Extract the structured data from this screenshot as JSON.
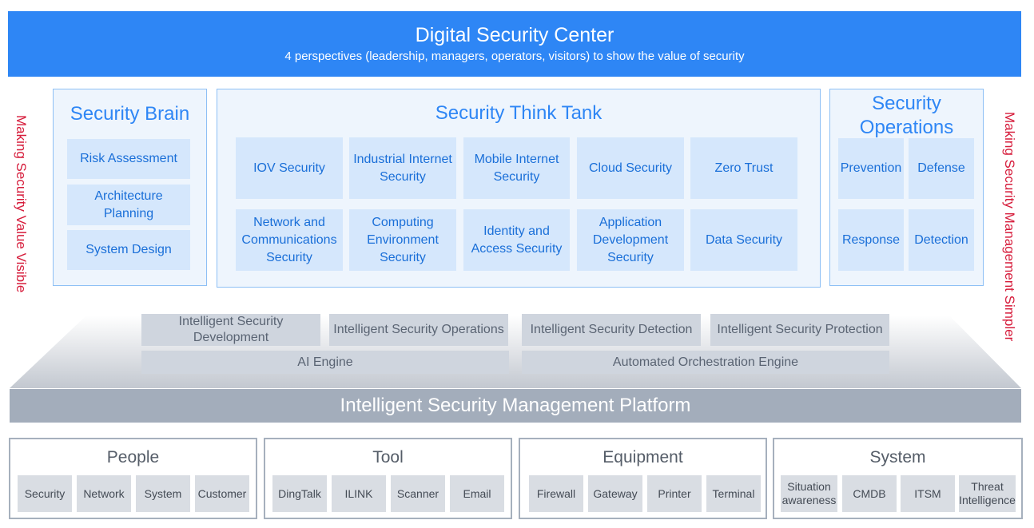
{
  "banner": {
    "title": "Digital Security Center",
    "subtitle": "4 perspectives (leadership, managers, operators, visitors) to show the value of security"
  },
  "side_left": "Making Security Value Visible",
  "side_right": "Making Security Management Simpler",
  "security_brain": {
    "title": "Security Brain",
    "items": [
      "Risk Assessment",
      "Architecture Planning",
      "System Design"
    ]
  },
  "think_tank": {
    "title": "Security Think Tank",
    "items": [
      "IOV Security",
      "Industrial Internet Security",
      "Mobile Internet Security",
      "Cloud Security",
      "Zero Trust",
      "Network and Communications Security",
      "Computing Environment Security",
      "Identity and Access Security",
      "Application Development Security",
      "Data Security"
    ]
  },
  "operations": {
    "title": "Security Operations",
    "items": [
      "Prevention",
      "Defense",
      "Response",
      "Detection"
    ]
  },
  "platform": {
    "capabilities": [
      "Intelligent Security Development",
      "Intelligent Security Operations",
      "Intelligent Security Detection",
      "Intelligent Security Protection"
    ],
    "engines": [
      "AI Engine",
      "Automated Orchestration Engine"
    ],
    "title": "Intelligent Security Management Platform"
  },
  "groups": [
    {
      "title": "People",
      "items": [
        "Security",
        "Network",
        "System",
        "Customer"
      ]
    },
    {
      "title": "Tool",
      "items": [
        "DingTalk",
        "ILINK",
        "Scanner",
        "Email"
      ]
    },
    {
      "title": "Equipment",
      "items": [
        "Firewall",
        "Gateway",
        "Printer",
        "Terminal"
      ]
    },
    {
      "title": "System",
      "items": [
        "Situation awareness",
        "CMDB",
        "ITSM",
        "Threat Intelligence"
      ]
    }
  ],
  "colors": {
    "banner": "#2e86f5",
    "panel_text": "#2e86f5",
    "side_text": "#d61c3b",
    "platform_bar": "#a3adbb",
    "group_border": "#a6b0bd"
  }
}
